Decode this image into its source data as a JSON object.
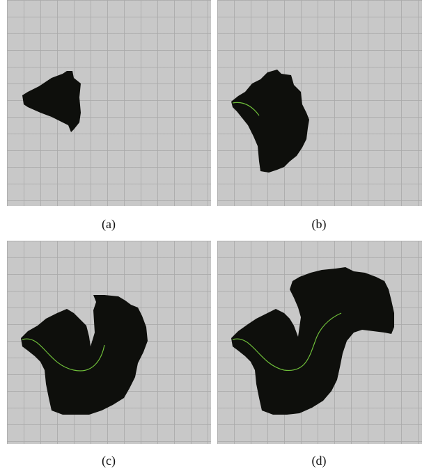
{
  "panels": [
    {
      "id": "a",
      "caption": "(a)"
    },
    {
      "id": "b",
      "caption": "(b)"
    },
    {
      "id": "c",
      "caption": "(c)"
    },
    {
      "id": "d",
      "caption": "(d)"
    }
  ],
  "colors": {
    "background": "#c8c8c8",
    "grid": "#aaaaaa",
    "explored_region": "#0e0f0c",
    "trajectory": "#6fbf3a"
  }
}
